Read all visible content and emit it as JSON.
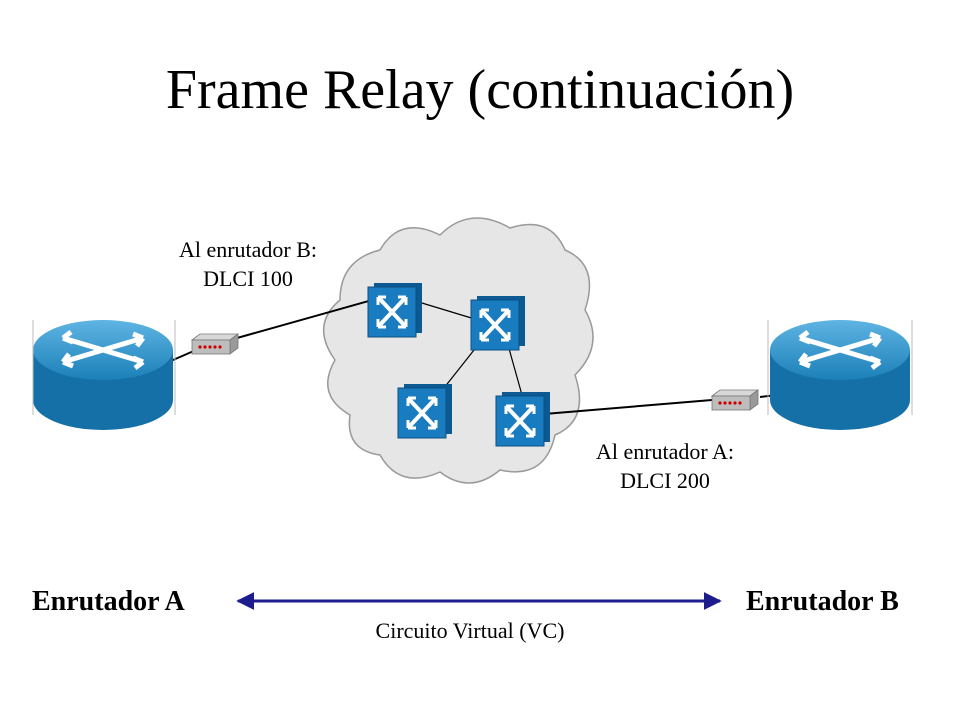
{
  "title": "Frame Relay (continuación)",
  "labels": {
    "dlci_b": {
      "line1": "Al enrutador B:",
      "line2": "DLCI 100"
    },
    "dlci_a": {
      "line1": "Al enrutador A:",
      "line2": "DLCI 200"
    }
  },
  "routers": {
    "a": "Enrutador A",
    "b": "Enrutador B"
  },
  "vc_label": "Circuito Virtual (VC)",
  "colors": {
    "router": "#1b80b8",
    "router_dark": "#125f8e",
    "switch": "#1272b5",
    "cloud": "#e6e6e6",
    "vc_arrow": "#1c1c8c",
    "csu": "#c0c0c0"
  }
}
